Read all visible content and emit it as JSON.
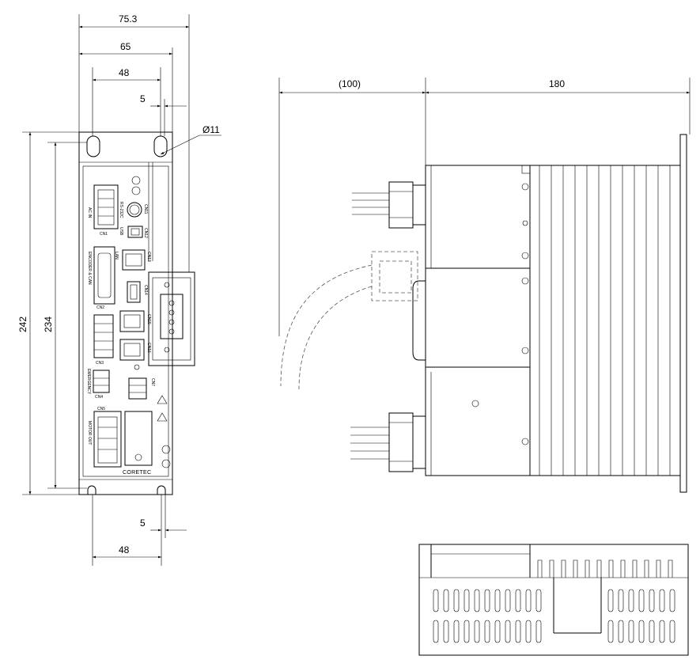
{
  "dimensions": {
    "overall_width": "75.3",
    "mount_span": "65",
    "hole_pitch_top": "48",
    "hole_offset_top": "5",
    "hole_diameter": "Ø11",
    "overall_height": "242",
    "mount_height": "234",
    "hole_offset_bottom": "5",
    "hole_pitch_bottom": "48",
    "cable_clearance": "(100)",
    "depth": "180"
  },
  "panel_labels": {
    "brand": "CORETEC",
    "ac_in": "AC IN",
    "motor_out": "MOTOR OUT",
    "emergency": "EMERGENCY",
    "encoder": "ENCODER & CAN",
    "lan": "LAN",
    "usb": "USB",
    "rs": "RS-232C",
    "cn1": "CN1",
    "cn2": "CN2",
    "cn3": "CN3",
    "cn4": "CN4",
    "cn5": "CN5",
    "cn7": "CN7",
    "cn11": "CN11",
    "cn12": "CN12",
    "cn13": "CN13",
    "cn14": "CN14",
    "cn15": "CN15",
    "cn16": "CN16"
  }
}
